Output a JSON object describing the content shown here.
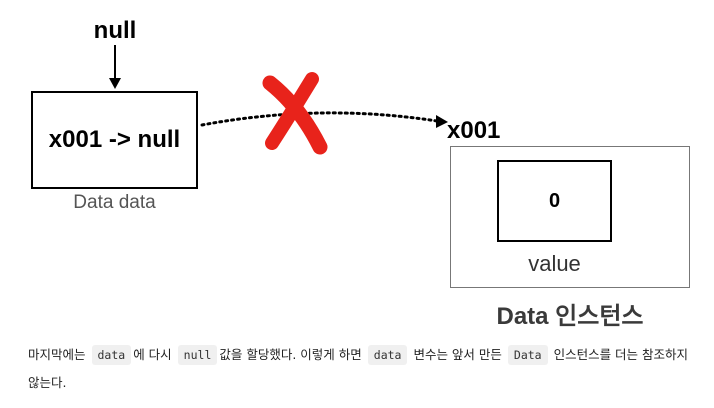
{
  "diagram": {
    "null_label": "null",
    "variable": {
      "text": "x001 -> null",
      "caption": "Data data"
    },
    "address_label": "x001",
    "instance": {
      "value": "0",
      "field_label": "value",
      "label": "Data 인스턴스"
    },
    "cross_color": "#e8231b"
  },
  "caption": {
    "p1": "마지막에는",
    "c1": "data",
    "p2": "에 다시",
    "c2": "null",
    "p3": "값을 할당했다. 이렇게 하면",
    "c3": "data",
    "p4": "변수는 앞서 만든",
    "c4": "Data",
    "p5": "인스턴스를 더는 참조하지 않는다."
  }
}
